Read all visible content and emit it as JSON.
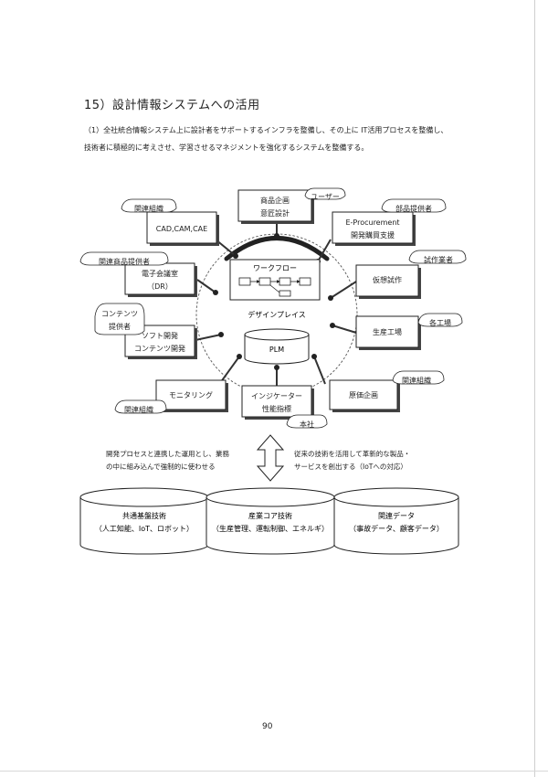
{
  "heading": "15）設計情報システムへの活用",
  "intro": {
    "line1": "（1）全社統合情報システム上に設計者をサポートするインフラを整備し、その上に IT活用プロセスを整備し、",
    "line2": "技術者に積極的に考えさせ、学習させるマネジメントを強化するシステムを整備する。"
  },
  "diagram": {
    "center": {
      "workflow": "ワークフロー",
      "design_place": "デザインプレイス",
      "plm": "PLM"
    },
    "boxes": {
      "product_planning": [
        "商品企画",
        "意匠設計"
      ],
      "cad": [
        "CAD,CAM,CAE"
      ],
      "eproc": [
        "E-Procurement",
        "開発購買支援"
      ],
      "econf": [
        "電子会議室",
        "（DR）"
      ],
      "virtual": [
        "仮想試作"
      ],
      "soft": [
        "ソフト開発",
        "コンテンツ開発"
      ],
      "factory": [
        "生産工場"
      ],
      "monitoring": [
        "モニタリング"
      ],
      "indicator": [
        "インジケーター",
        "性能指標"
      ],
      "cost": [
        "原価企画"
      ]
    },
    "tags": {
      "user": "ユーザー",
      "related_org_tl": "関連組織",
      "parts_supplier": "部品提供者",
      "prod_supplier": "関連商品提供者",
      "prototyper": "試作業者",
      "content_provider": [
        "コンテンツ",
        "提供者"
      ],
      "factories": "各工場",
      "related_org_bl": "関連組織",
      "related_org_br": "関連組織",
      "head_office": "本社"
    },
    "left_note": [
      "開発プロセスと連携した運用とし、業務",
      "の中に組み込んで強制的に使わせる"
    ],
    "right_note": [
      "従来の技術を活用して革新的な製品・",
      "サービスを創出する（IoTへの対応）"
    ]
  },
  "databases": [
    {
      "title": "共通基盤技術",
      "sub": "（人工知能、IoT、ロボット）"
    },
    {
      "title": "産業コア技術",
      "sub": "（生産管理、運転制御、エネルギ）"
    },
    {
      "title": "関連データ",
      "sub": "（事故データ、顧客データ）"
    }
  ],
  "page_number": "90"
}
